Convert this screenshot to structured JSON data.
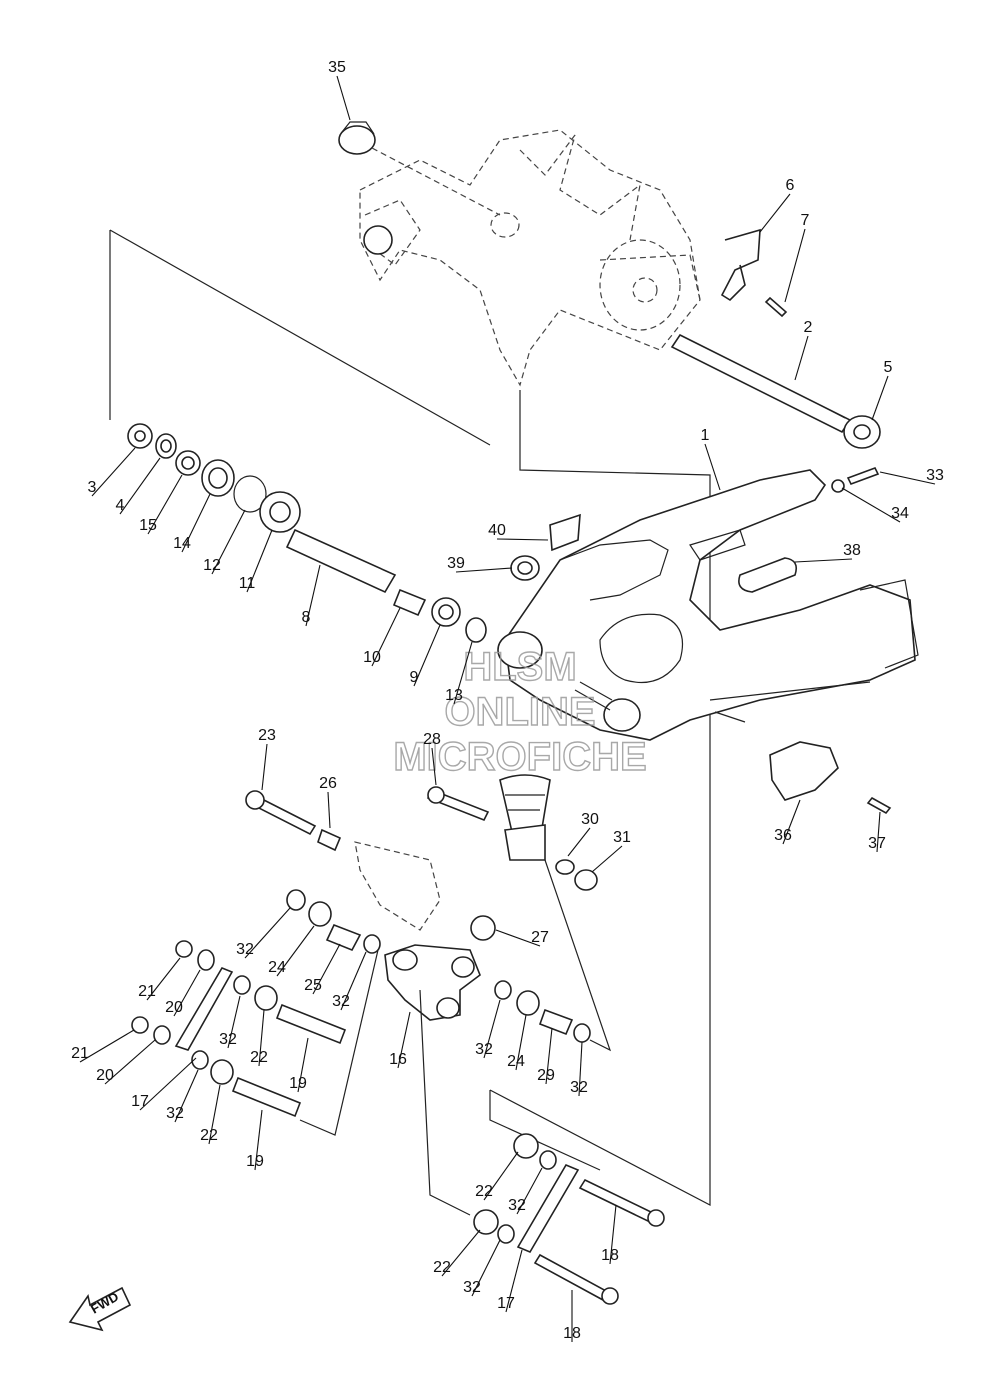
{
  "watermark": {
    "line1": "HLSM",
    "line2": "ONLINE",
    "line3": "MICROFICHE"
  },
  "direction_label": "FWD",
  "callouts": [
    {
      "n": "35"
    },
    {
      "n": "6"
    },
    {
      "n": "7"
    },
    {
      "n": "2"
    },
    {
      "n": "5"
    },
    {
      "n": "1"
    },
    {
      "n": "33"
    },
    {
      "n": "34"
    },
    {
      "n": "3"
    },
    {
      "n": "4"
    },
    {
      "n": "15"
    },
    {
      "n": "14"
    },
    {
      "n": "12"
    },
    {
      "n": "11"
    },
    {
      "n": "40"
    },
    {
      "n": "38"
    },
    {
      "n": "39"
    },
    {
      "n": "8"
    },
    {
      "n": "10"
    },
    {
      "n": "9"
    },
    {
      "n": "13"
    },
    {
      "n": "23"
    },
    {
      "n": "28"
    },
    {
      "n": "26"
    },
    {
      "n": "30"
    },
    {
      "n": "31"
    },
    {
      "n": "36"
    },
    {
      "n": "37"
    },
    {
      "n": "27"
    },
    {
      "n": "32"
    },
    {
      "n": "24"
    },
    {
      "n": "25"
    },
    {
      "n": "32"
    },
    {
      "n": "21"
    },
    {
      "n": "20"
    },
    {
      "n": "21"
    },
    {
      "n": "20"
    },
    {
      "n": "32"
    },
    {
      "n": "22"
    },
    {
      "n": "19"
    },
    {
      "n": "16"
    },
    {
      "n": "32"
    },
    {
      "n": "24"
    },
    {
      "n": "29"
    },
    {
      "n": "32"
    },
    {
      "n": "17"
    },
    {
      "n": "32"
    },
    {
      "n": "22"
    },
    {
      "n": "19"
    },
    {
      "n": "22"
    },
    {
      "n": "32"
    },
    {
      "n": "18"
    },
    {
      "n": "22"
    },
    {
      "n": "32"
    },
    {
      "n": "17"
    },
    {
      "n": "18"
    }
  ]
}
